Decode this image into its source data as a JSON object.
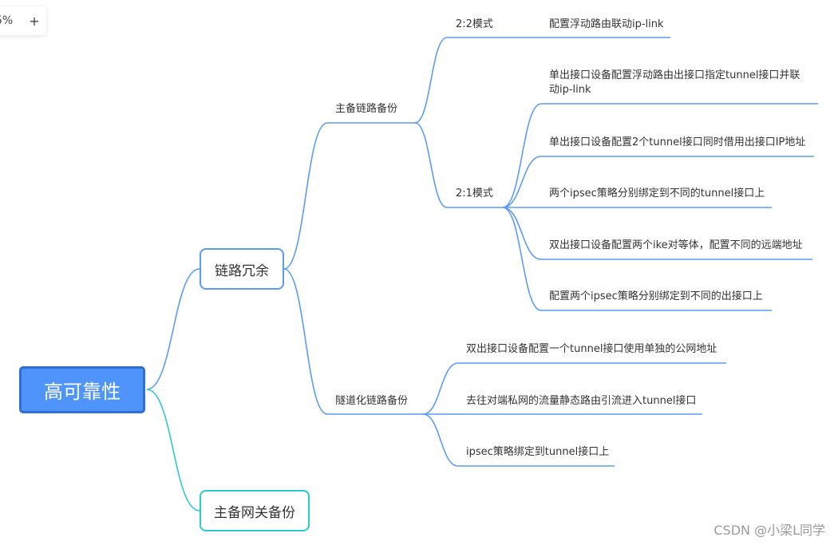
{
  "zoom": {
    "value": "5%",
    "plus": "+"
  },
  "colors": {
    "blue_line": "#5a9bf6",
    "teal_line": "#2cc8d4",
    "root_fill": "#4e94fb"
  },
  "root": {
    "label": "高可靠性"
  },
  "branches": {
    "link_redundancy": "链路冗余",
    "gateway_backup": "主备网关备份"
  },
  "subtopics": {
    "primary_backup": "主备链路备份",
    "tunnel_backup": "隧道化链路备份"
  },
  "modes": {
    "mode_2_2": "2:2模式",
    "mode_2_1": "2:1模式"
  },
  "leaves": {
    "mode_2_2": [
      "配置浮动路由联动ip-link"
    ],
    "mode_2_1": [
      "单出接口设备配置浮动路由出接口指定tunnel接口并联动ip-link",
      "单出接口设备配置2个tunnel接口同时借用出接口IP地址",
      "两个ipsec策略分别绑定到不同的tunnel接口上",
      "双出接口设备配置两个ike对等体，配置不同的远端地址",
      "配置两个ipsec策略分别绑定到不同的出接口上"
    ],
    "tunnel": [
      "双出接口设备配置一个tunnel接口使用单独的公网地址",
      "去往对端私网的流量静态路由引流进入tunnel接口",
      "ipsec策略绑定到tunnel接口上"
    ]
  },
  "watermark": "CSDN @小梁L同学"
}
